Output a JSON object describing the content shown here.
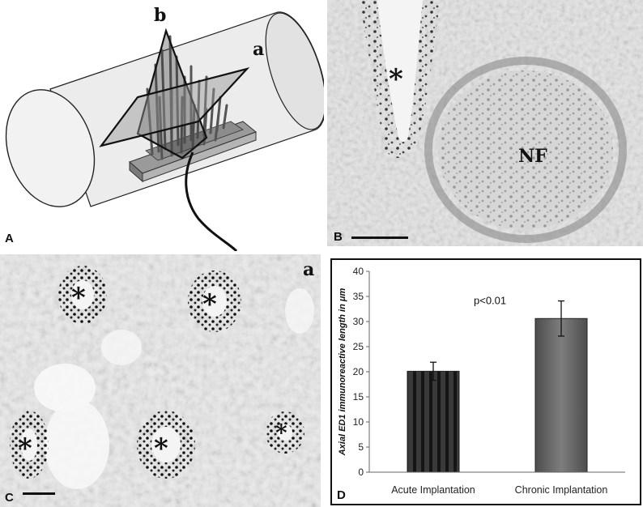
{
  "panels": {
    "a": {
      "letter": "A",
      "plane_labels": {
        "b": "b",
        "a": "a"
      }
    },
    "b": {
      "letter": "B",
      "lumen_mark": "*",
      "fascicle_label": "NF"
    },
    "c": {
      "letter": "C",
      "sub_label": "a",
      "lumen_mark": "*"
    },
    "d": {
      "letter": "D",
      "annotation": "p<0.01"
    }
  },
  "colors": {
    "acute_bar": "#2f2f2f",
    "chronic_bar": "#6a6a6a",
    "frame": "#111111"
  },
  "chart_data": {
    "type": "bar",
    "categories": [
      "Acute Implantation",
      "Chronic Implantation"
    ],
    "values": [
      20.1,
      30.6
    ],
    "error": [
      1.8,
      3.5
    ],
    "ylabel": "Axial ED1 immunoreactive length in μm",
    "xlabel": "",
    "ylim": [
      0,
      40
    ],
    "yticks": [
      0,
      5,
      10,
      15,
      20,
      25,
      30,
      35,
      40
    ],
    "annotation": "p<0.01",
    "grid": false,
    "legend": "none"
  }
}
